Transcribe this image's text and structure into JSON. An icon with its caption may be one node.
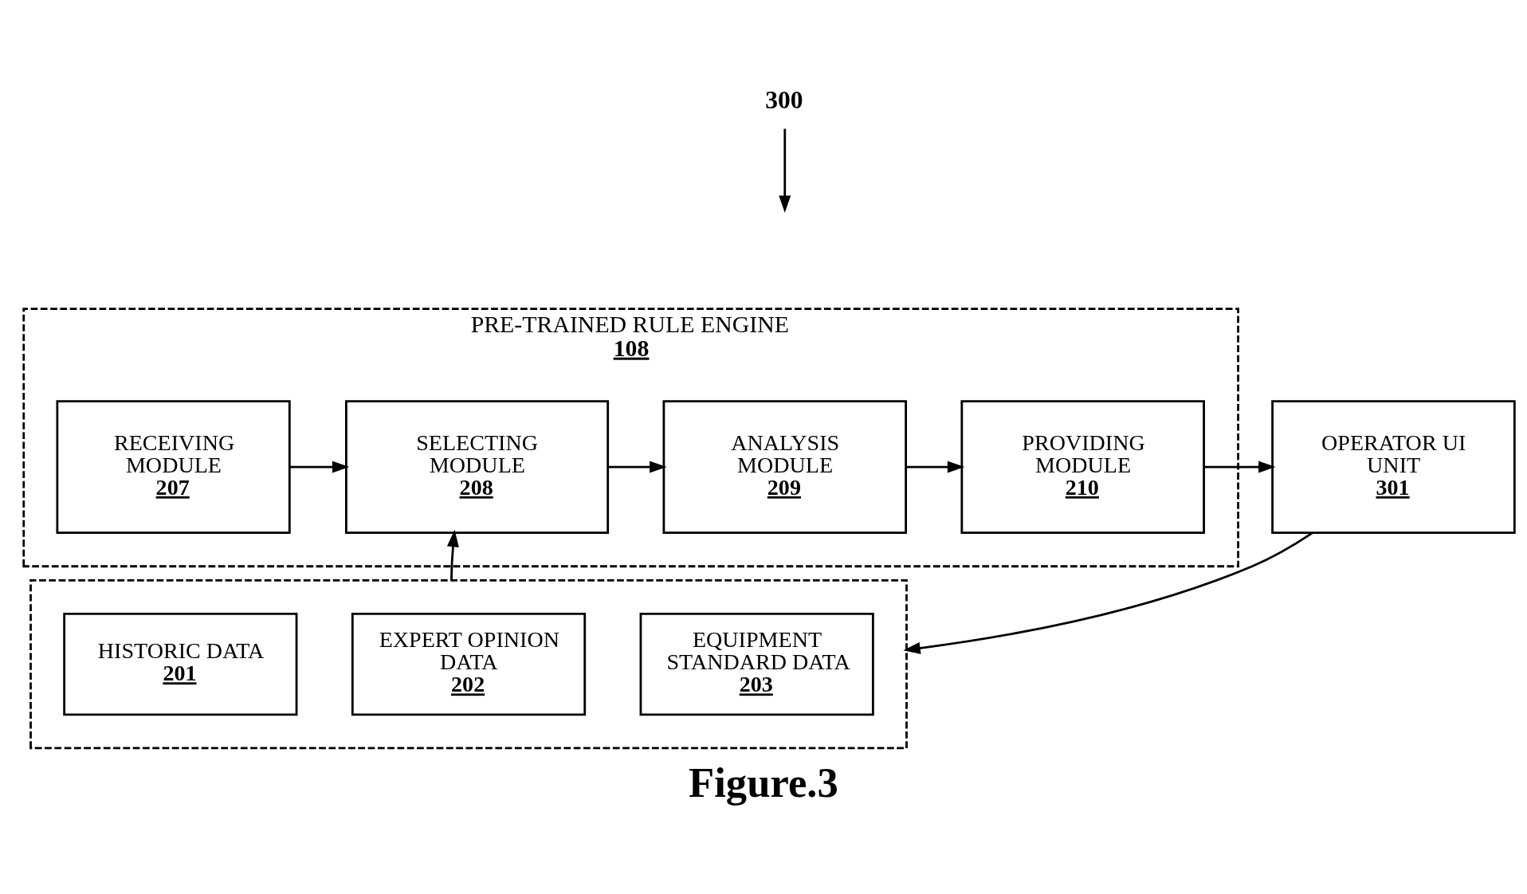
{
  "diagram": {
    "caption": "Figure.3",
    "nodes": [
      {
        "text": [
          "PRE-TRAINED RULE ENGINE",
          "108"
        ]
      },
      {
        "text": [
          "RECEIVING MODULE",
          "207"
        ],
        "in": 0
      },
      {
        "text": [
          "SELECTING MODULE",
          "208"
        ],
        "in": 0
      },
      {
        "text": [
          "ANALYSIS MODULE",
          "209"
        ],
        "in": 0
      },
      {
        "text": [
          "PROVIDING MODULE",
          "210"
        ],
        "in": 0
      },
      {
        "text": [
          "OPERATOR UI UNIT",
          "301"
        ]
      },
      {
        "text": [],
        "shape": "box"
      },
      {
        "text": [
          "HISTORIC DATA",
          "201"
        ],
        "in": 6
      },
      {
        "text": [
          "EXPERT OPINION DATA",
          "202"
        ],
        "in": 6
      },
      {
        "text": [
          "EQUIPMENT STANDARD DATA",
          "203"
        ],
        "in": 6
      },
      {
        "text": [
          "300"
        ]
      }
    ],
    "edges": [
      {
        "from": 1,
        "to": 2,
        "arrow": "to"
      },
      {
        "from": 2,
        "to": 3,
        "arrow": "to"
      },
      {
        "from": 3,
        "to": 4,
        "arrow": "to"
      },
      {
        "from": 4,
        "to": 5,
        "arrow": "to"
      },
      {
        "from": 6,
        "to": 2,
        "arrow": "to"
      },
      {
        "from": 5,
        "to": 6,
        "arrow": "to"
      },
      {
        "from": 10,
        "to": null,
        "arrow": "to"
      }
    ]
  }
}
